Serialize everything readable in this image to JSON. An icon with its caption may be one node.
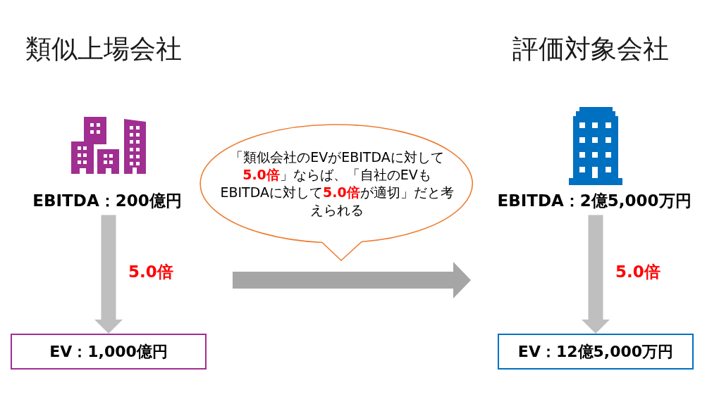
{
  "diagram": {
    "nodes": [
      {
        "text": [
          "EBITDA：200億円"
        ]
      },
      {
        "text": [
          "EV：1,000億円"
        ]
      },
      {
        "text": [
          "「類似会社のEVがEBITDAに対して**5.0倍**」ならば、「自社のEVもEBITDAに対して**5.0倍**が適切」だと考えられる"
        ]
      },
      {
        "text": [
          "EBITDA：2億5,000万円"
        ]
      },
      {
        "text": [
          "EV：12億5,000万円"
        ]
      }
    ],
    "edges": [
      {
        "from": 0,
        "to": 1,
        "arrow": "to",
        "label": "5.0倍"
      },
      {
        "from": 3,
        "to": 4,
        "arrow": "to",
        "label": "5.0倍"
      }
    ],
    "labels": [
      "類似上場会社",
      "評価対象会社"
    ]
  }
}
